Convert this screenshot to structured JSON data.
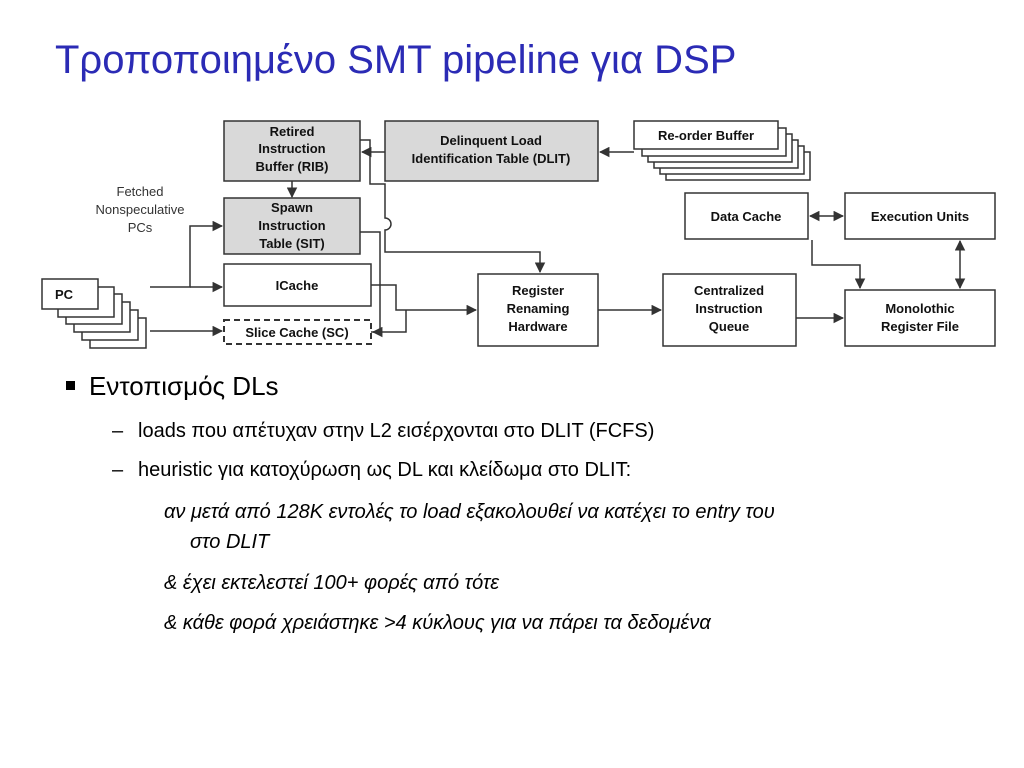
{
  "slide": {
    "title": "Τροποποιημένο SMT pipeline για DSP"
  },
  "diagram": {
    "boxes": {
      "rib": [
        "Retired",
        "Instruction",
        "Buffer (RIB)"
      ],
      "dlit": [
        "Delinquent Load",
        "Identification Table (DLIT)"
      ],
      "rob": "Re-order Buffer",
      "sit": [
        "Spawn",
        "Instruction",
        "Table (SIT)"
      ],
      "icache": "ICache",
      "slice_cache": "Slice Cache (SC)",
      "pc": "PC",
      "rename": [
        "Register",
        "Renaming",
        "Hardware"
      ],
      "ciq": [
        "Centralized",
        "Instruction",
        "Queue"
      ],
      "dcache": "Data Cache",
      "exec": "Execution Units",
      "regfile": [
        "Monolothic",
        "Register File"
      ]
    },
    "fetched_label": [
      "Fetched",
      "Nonspeculative",
      "PCs"
    ]
  },
  "content": {
    "bullet_main": "Εντοπισμός DLs",
    "sub1": "loads που απέτυχαν στην L2 εισέρχονται στο DLIT (FCFS)",
    "sub2": "heuristic για κατοχύρωση ως DL και κλείδωμα στο DLIT:",
    "detail1_line1": "αν μετά από 128K εντολές το load εξακολουθεί να κατέχει το entry του",
    "detail1_line2": "στο DLIT",
    "detail2": "& έχει εκτελεστεί 100+ φορές από τότε",
    "detail3": "& κάθε φορά χρειάστηκε >4 κύκλους για να πάρει τα δεδομένα"
  }
}
